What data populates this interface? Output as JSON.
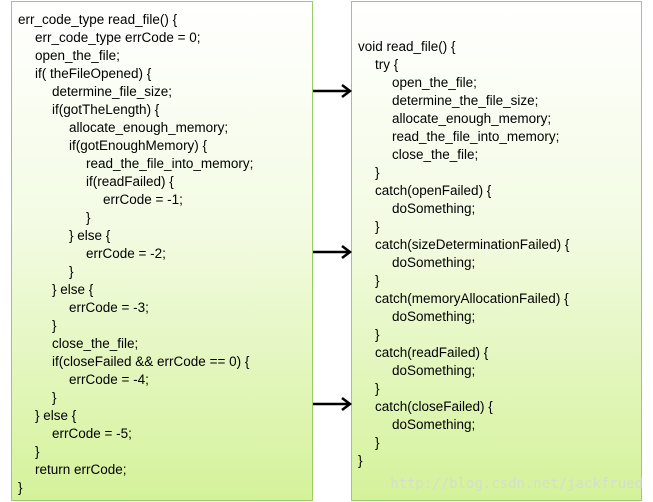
{
  "left_code": [
    {
      "indent": 0,
      "text": "err_code_type read_file() {"
    },
    {
      "indent": 1,
      "text": "err_code_type errCode = 0;"
    },
    {
      "indent": 1,
      "text": "open_the_file;"
    },
    {
      "indent": 1,
      "text": "if( theFileOpened) {"
    },
    {
      "indent": 2,
      "text": "determine_file_size;"
    },
    {
      "indent": 2,
      "text": "if(gotTheLength) {"
    },
    {
      "indent": 3,
      "text": "allocate_enough_memory;"
    },
    {
      "indent": 3,
      "text": "if(gotEnoughMemory) {"
    },
    {
      "indent": 4,
      "text": "read_the_file_into_memory;"
    },
    {
      "indent": 4,
      "text": "if(readFailed) {"
    },
    {
      "indent": 5,
      "text": "errCode = -1;"
    },
    {
      "indent": 4,
      "text": "}"
    },
    {
      "indent": 3,
      "text": "} else {"
    },
    {
      "indent": 4,
      "text": "errCode = -2;"
    },
    {
      "indent": 3,
      "text": "}"
    },
    {
      "indent": 2,
      "text": "} else {"
    },
    {
      "indent": 3,
      "text": "errCode = -3;"
    },
    {
      "indent": 2,
      "text": "}"
    },
    {
      "indent": 2,
      "text": "close_the_file;"
    },
    {
      "indent": 2,
      "text": "if(closeFailed && errCode == 0) {"
    },
    {
      "indent": 3,
      "text": "errCode = -4;"
    },
    {
      "indent": 2,
      "text": "}"
    },
    {
      "indent": 1,
      "text": "} else {"
    },
    {
      "indent": 2,
      "text": "errCode = -5;"
    },
    {
      "indent": 1,
      "text": "}"
    },
    {
      "indent": 1,
      "text": "return errCode;"
    },
    {
      "indent": 0,
      "text": "}"
    }
  ],
  "right_code": [
    {
      "indent": 0,
      "text": "void read_file() {"
    },
    {
      "indent": 1,
      "text": "try {"
    },
    {
      "indent": 2,
      "text": "open_the_file;"
    },
    {
      "indent": 2,
      "text": "determine_the_file_size;"
    },
    {
      "indent": 2,
      "text": "allocate_enough_memory;"
    },
    {
      "indent": 2,
      "text": "read_the_file_into_memory;"
    },
    {
      "indent": 2,
      "text": "close_the_file;"
    },
    {
      "indent": 1,
      "text": "}"
    },
    {
      "indent": 1,
      "text": "catch(openFailed) {"
    },
    {
      "indent": 2,
      "text": "doSomething;"
    },
    {
      "indent": 1,
      "text": "}"
    },
    {
      "indent": 1,
      "text": "catch(sizeDeterminationFailed) {"
    },
    {
      "indent": 2,
      "text": "doSomething;"
    },
    {
      "indent": 1,
      "text": "}"
    },
    {
      "indent": 1,
      "text": "catch(memoryAllocationFailed) {"
    },
    {
      "indent": 2,
      "text": "doSomething;"
    },
    {
      "indent": 1,
      "text": "}"
    },
    {
      "indent": 1,
      "text": "catch(readFailed) {"
    },
    {
      "indent": 2,
      "text": "doSomething;"
    },
    {
      "indent": 1,
      "text": "}"
    },
    {
      "indent": 1,
      "text": "catch(closeFailed) {"
    },
    {
      "indent": 2,
      "text": "doSomething;"
    },
    {
      "indent": 1,
      "text": "}"
    },
    {
      "indent": 0,
      "text": "}"
    }
  ],
  "watermark": "http://blog.csdn.net/jackfrued",
  "colors": {
    "panel_border": "#9ccc65",
    "panel_top": "#ffffff",
    "panel_bottom": "#d4f29a",
    "arrow": "#000000"
  }
}
